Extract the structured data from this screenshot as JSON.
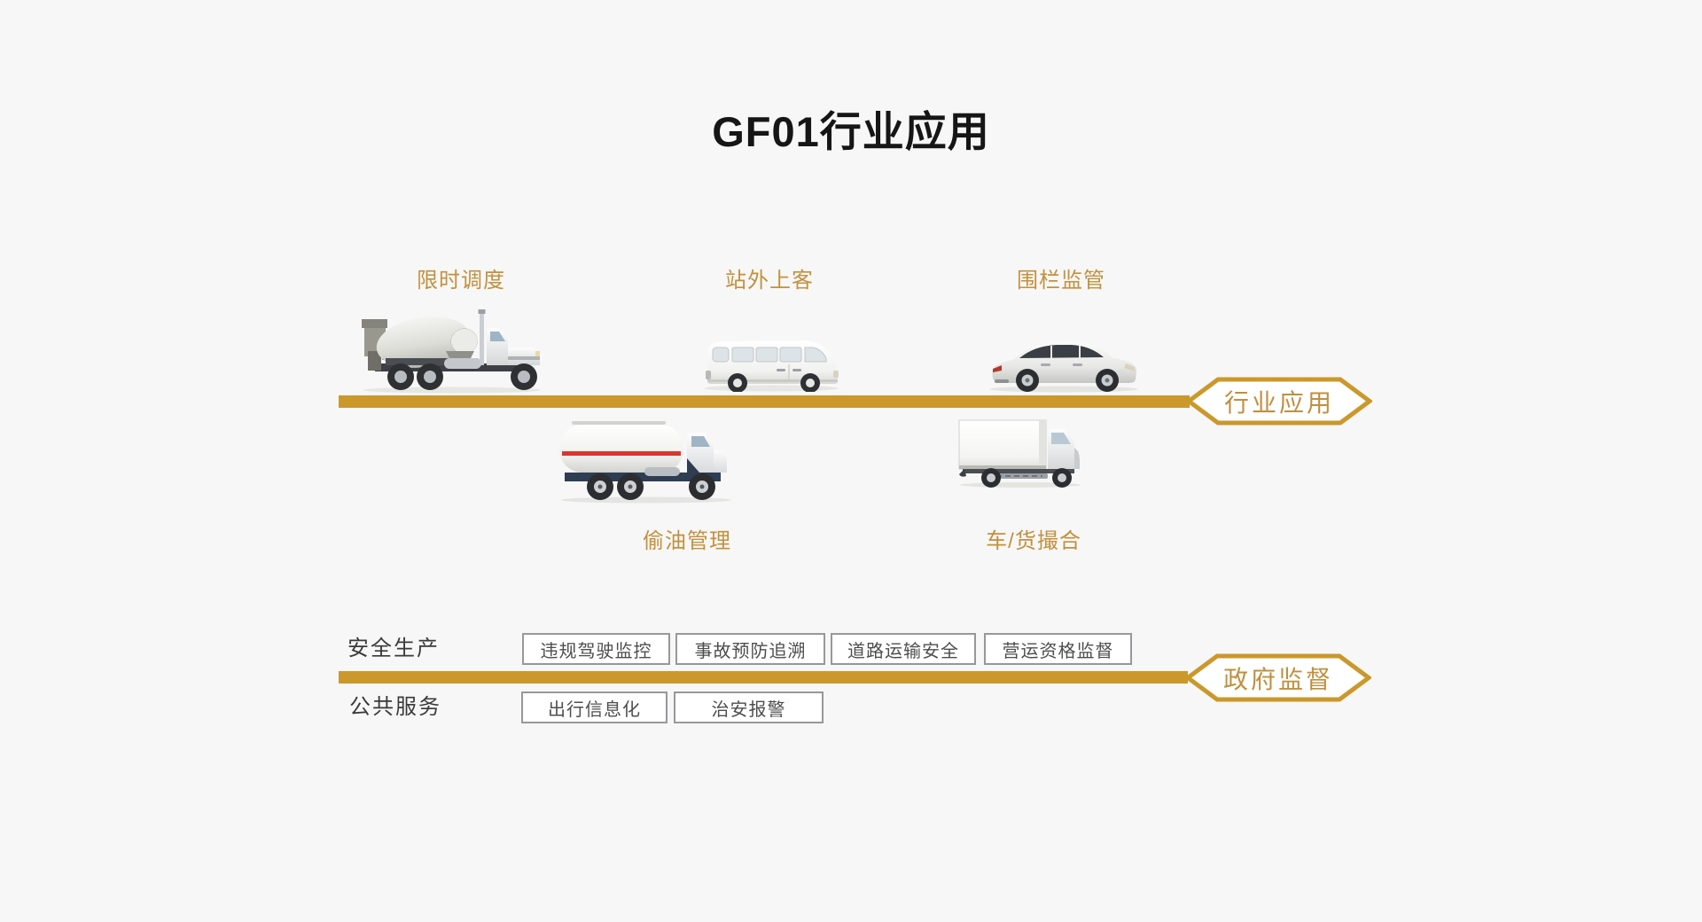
{
  "page": {
    "title": "GF01行业应用",
    "background_color": "#f7f7f7"
  },
  "colors": {
    "gold_line": "#cb982c",
    "gold_label_text": "#c2913e",
    "badge_border": "#cb982c",
    "badge_text": "#bf9040",
    "box_border": "#98989a",
    "box_text": "#4d4d4d",
    "title_text": "#161616",
    "row_label_text": "#3a3a3a"
  },
  "industry_section": {
    "badge_label": "行业应用",
    "vehicles_above": [
      {
        "label": "限时调度",
        "vehicle": "cement-mixer-truck"
      },
      {
        "label": "站外上客",
        "vehicle": "minibus"
      },
      {
        "label": "围栏监管",
        "vehicle": "suv"
      }
    ],
    "vehicles_below": [
      {
        "label": "偷油管理",
        "vehicle": "tanker-truck"
      },
      {
        "label": "车/货撮合",
        "vehicle": "box-truck"
      }
    ]
  },
  "government_section": {
    "badge_label": "政府监督",
    "rows": [
      {
        "label": "安全生产",
        "items": [
          "违规驾驶监控",
          "事故预防追溯",
          "道路运输安全",
          "营运资格监督"
        ]
      },
      {
        "label": "公共服务",
        "items": [
          "出行信息化",
          "治安报警"
        ]
      }
    ]
  }
}
